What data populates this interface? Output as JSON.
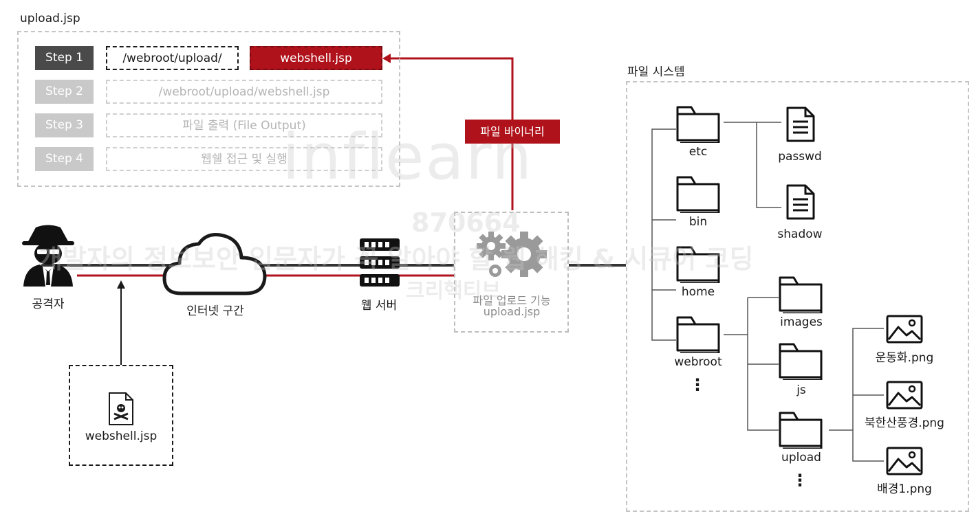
{
  "upload_panel": {
    "title": "upload.jsp",
    "steps": [
      {
        "label": "Step 1",
        "field": "/webroot/upload/",
        "result": "webshell.jsp"
      },
      {
        "label": "Step 2",
        "field": "/webroot/upload/webshell.jsp"
      },
      {
        "label": "Step 3",
        "field": "파일 출력 (File Output)"
      },
      {
        "label": "Step 4",
        "field": "웹쉘 접근 및 실행"
      }
    ]
  },
  "binary_label": "파일 바이너리",
  "network": {
    "attacker": "공격자",
    "internet": "인터넷 구간",
    "web_server": "웹 서버",
    "upload_feature": {
      "line1": "파일 업로드 기능",
      "line2": "upload.jsp"
    },
    "payload_file": "webshell.jsp"
  },
  "filesystem": {
    "title": "파일 시스템",
    "root_dirs": [
      "etc",
      "bin",
      "home",
      "webroot"
    ],
    "etc_files": [
      "passwd",
      "shadow"
    ],
    "webroot_dirs": [
      "images",
      "js",
      "upload"
    ],
    "upload_files": [
      "운동화.png",
      "북한산풍경.png",
      "배경1.png"
    ],
    "more": "⋮"
  },
  "watermark": {
    "brand": "inflearn",
    "code": "870664",
    "course": "개발자의 정보보안 입문자가 꼭 알아야 할 웹 해킹 & 시큐어 코딩",
    "author": "크리핵티브"
  },
  "colors": {
    "accent": "#b0121b",
    "step_active": "#4a4a4a",
    "step_dim": "#c9c9c9"
  }
}
